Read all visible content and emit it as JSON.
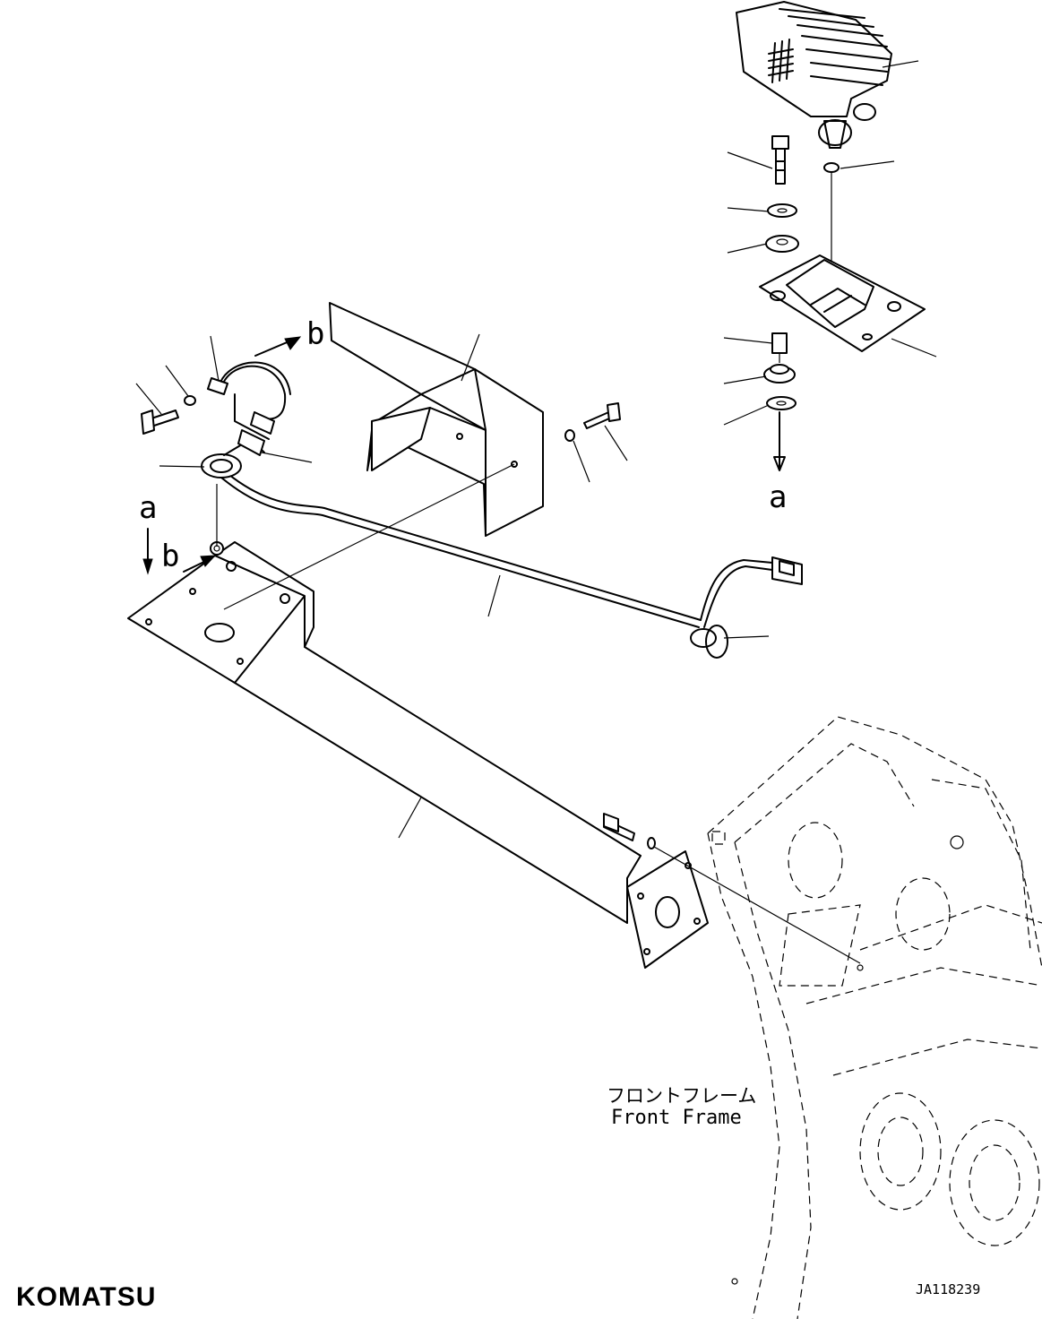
{
  "callouts": {
    "a_top": "a",
    "a_left": "a",
    "b_top": "b",
    "b_left": "b"
  },
  "frame_label": {
    "jp": "フロントフレーム",
    "en": "Front Frame"
  },
  "drawing_code": "JA118239",
  "brand": "KOMATSU"
}
